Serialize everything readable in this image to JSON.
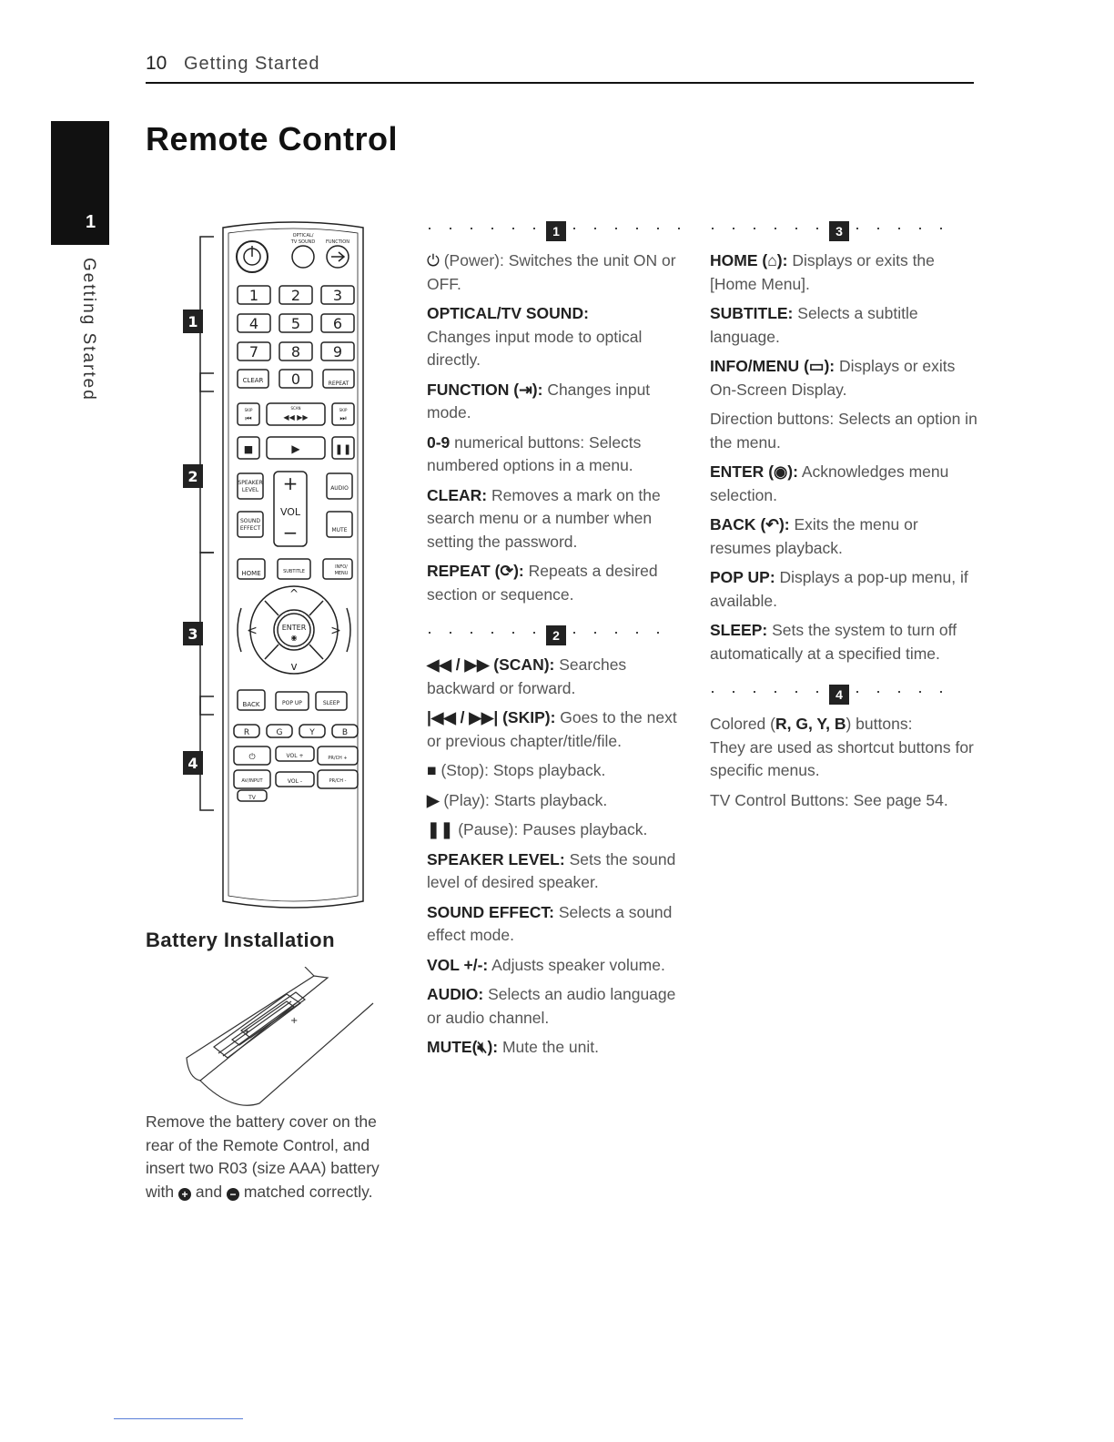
{
  "header": {
    "page_number": "10",
    "section": "Getting Started"
  },
  "side_tab": {
    "number": "1",
    "label": "Getting Started"
  },
  "title": "Remote Control",
  "remote_labels": {
    "section_markers": [
      "1",
      "2",
      "3",
      "4"
    ],
    "optical": "OPTICAL/",
    "tv_sound": "TV SOUND",
    "function": "FUNCTION",
    "numbers": [
      "1",
      "2",
      "3",
      "4",
      "5",
      "6",
      "7",
      "8",
      "9",
      "0"
    ],
    "clear": "CLEAR",
    "repeat": "REPEAT",
    "skip": "SKIP",
    "scan": "SCAN",
    "speaker_level_1": "SPEAKER",
    "speaker_level_2": "LEVEL",
    "sound_effect_1": "SOUND",
    "sound_effect_2": "EFFECT",
    "vol": "VOL",
    "audio": "AUDIO",
    "mute": "MUTE",
    "home": "HOME",
    "subtitle": "SUBTITLE",
    "info": "INFO/",
    "menu": "MENU",
    "enter": "ENTER",
    "back": "BACK",
    "popup": "POP UP",
    "sleep": "SLEEP",
    "colors": [
      "R",
      "G",
      "Y",
      "B"
    ],
    "vol_plus": "VOL +",
    "vol_minus": "VOL -",
    "prch_up": "PR/CH +",
    "prch_down": "PR/CH -",
    "av_input": "AV/INPUT",
    "tv": "TV"
  },
  "battery": {
    "title": "Battery Installation",
    "text_1": "Remove the battery cover on the rear of the Remote Control, and insert two R03 (size AAA) battery with",
    "text_and": "and",
    "text_end": "matched correctly."
  },
  "sections": {
    "s1_marker": "1",
    "s1_power_desc": "(Power): Switches the unit ON or OFF.",
    "s1_optical_term": "OPTICAL/TV SOUND:",
    "s1_optical_desc": "Changes input mode to optical directly.",
    "s1_function_term": "FUNCTION",
    "s1_function_desc": "Changes input mode.",
    "s1_num_term": "0-9",
    "s1_num_desc": "numerical buttons: Selects numbered options in a menu.",
    "s1_clear_term": "CLEAR:",
    "s1_clear_desc": "Removes a mark on the search menu or a number when setting the password.",
    "s1_repeat_term": "REPEAT",
    "s1_repeat_desc": "Repeats a desired section or sequence.",
    "s2_marker": "2",
    "s2_scan_term": "(SCAN):",
    "s2_scan_desc": "Searches backward or forward.",
    "s2_skip_term": "(SKIP):",
    "s2_skip_desc": "Goes to the next or previous chapter/title/file.",
    "s2_stop_desc": "(Stop): Stops playback.",
    "s2_play_desc": "(Play): Starts playback.",
    "s2_pause_desc": "(Pause): Pauses playback.",
    "s2_speaker_term": "SPEAKER LEVEL:",
    "s2_speaker_desc": "Sets the sound level of desired speaker.",
    "s2_effect_term": "SOUND EFFECT:",
    "s2_effect_desc": "Selects a sound effect mode.",
    "s2_vol_term": "VOL +/-:",
    "s2_vol_desc": "Adjusts speaker volume.",
    "s2_audio_term": "AUDIO:",
    "s2_audio_desc": "Selects an audio language or audio channel.",
    "s2_mute_term": "MUTE(",
    "s2_mute_term_end": "):",
    "s2_mute_desc": "Mute the unit.",
    "s3_marker": "3",
    "s3_home_term": "HOME",
    "s3_home_desc": "Displays or exits the [Home Menu].",
    "s3_subtitle_term": "SUBTITLE:",
    "s3_subtitle_desc": "Selects a subtitle language.",
    "s3_info_term": "INFO/MENU",
    "s3_info_desc": "Displays or exits On-Screen Display.",
    "s3_dir_term": "Direction buttons:",
    "s3_dir_desc": "Selects an option in the menu.",
    "s3_enter_term": "ENTER",
    "s3_enter_desc": "Acknowledges menu selection.",
    "s3_back_term": "BACK",
    "s3_back_desc": "Exits the menu or resumes playback.",
    "s3_popup_term": "POP UP:",
    "s3_popup_desc": "Displays a pop-up menu, if available.",
    "s3_sleep_term": "SLEEP:",
    "s3_sleep_desc": "Sets the system to turn off automatically at a specified time.",
    "s4_marker": "4",
    "s4_colored_pre": "Colored (",
    "s4_colored_keys": "R, G, Y, B",
    "s4_colored_post": ") buttons:",
    "s4_colored_desc": "They are used as shortcut buttons for specific menus.",
    "s4_tv_term": "TV Control Buttons:",
    "s4_tv_desc": "See page 54."
  }
}
